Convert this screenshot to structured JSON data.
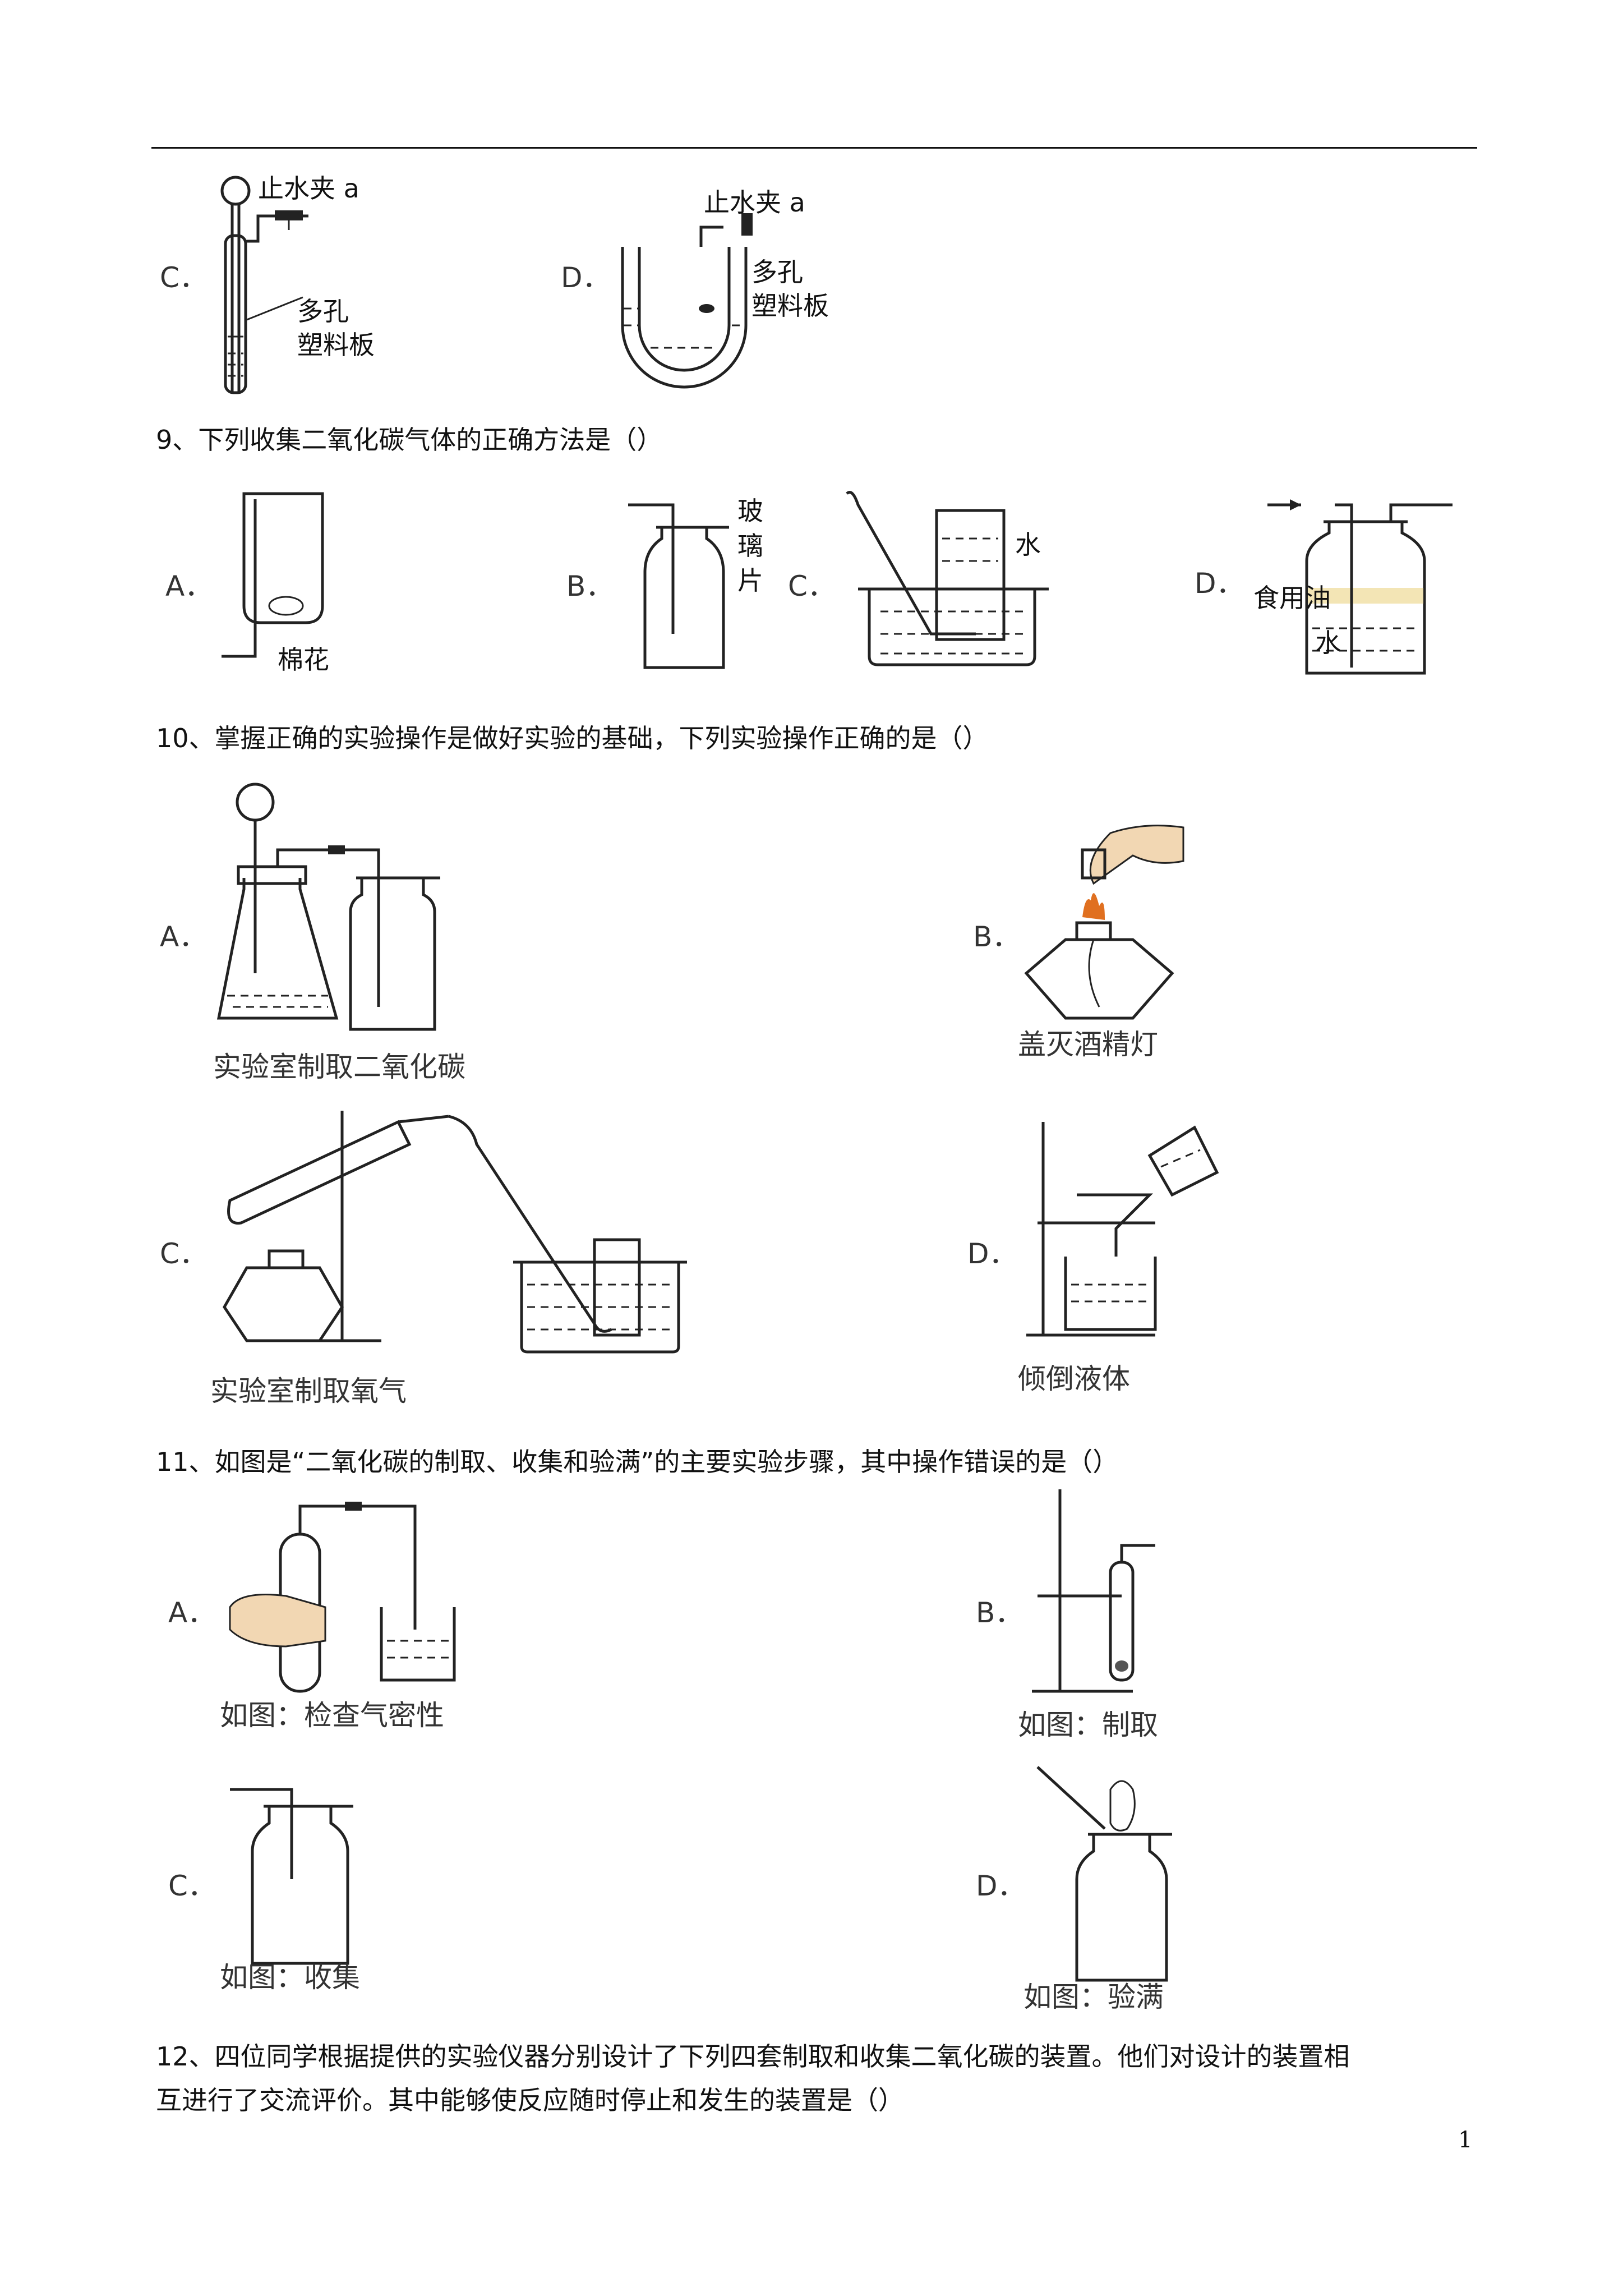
{
  "q8": {
    "C": {
      "letter": "C．",
      "valve": "止水夹 a",
      "plate": "多孔\n塑料板"
    },
    "D": {
      "letter": "D．",
      "valve": "止水夹 a",
      "plate": "多孔\n塑料板"
    }
  },
  "q9": {
    "text": "9、下列收集二氧化碳气体的正确方法是（）",
    "A": {
      "letter": "A．",
      "label": "棉花"
    },
    "B": {
      "letter": "B．",
      "label": "玻\n璃\n片"
    },
    "C": {
      "letter": "C．",
      "label": "水"
    },
    "D": {
      "letter": "D．",
      "oil": "食用油",
      "water": "水"
    }
  },
  "q10": {
    "text": "10、掌握正确的实验操作是做好实验的基础，下列实验操作正确的是（）",
    "A": {
      "letter": "A．",
      "caption": "实验室制取二氧化碳"
    },
    "B": {
      "letter": "B．",
      "caption": "盖灭酒精灯"
    },
    "C": {
      "letter": "C．",
      "caption": "实验室制取氧气"
    },
    "D": {
      "letter": "D．",
      "caption": "倾倒液体"
    }
  },
  "q11": {
    "text": "11、如图是“二氧化碳的制取、收集和验满”的主要实验步骤，其中操作错误的是（）",
    "A": {
      "letter": "A．",
      "caption": "如图：检查气密性"
    },
    "B": {
      "letter": "B．",
      "caption": "如图：制取"
    },
    "C": {
      "letter": "C．",
      "caption": "如图：收集"
    },
    "D": {
      "letter": "D．",
      "caption": "如图：验满"
    }
  },
  "q12": {
    "line1": "12、四位同学根据提供的实验仪器分别设计了下列四套制取和收集二氧化碳的装置。他们对设计的装置相",
    "line2": "互进行了交流评价。其中能够使反应随时停止和发生的装置是（）"
  },
  "page_number": "1"
}
